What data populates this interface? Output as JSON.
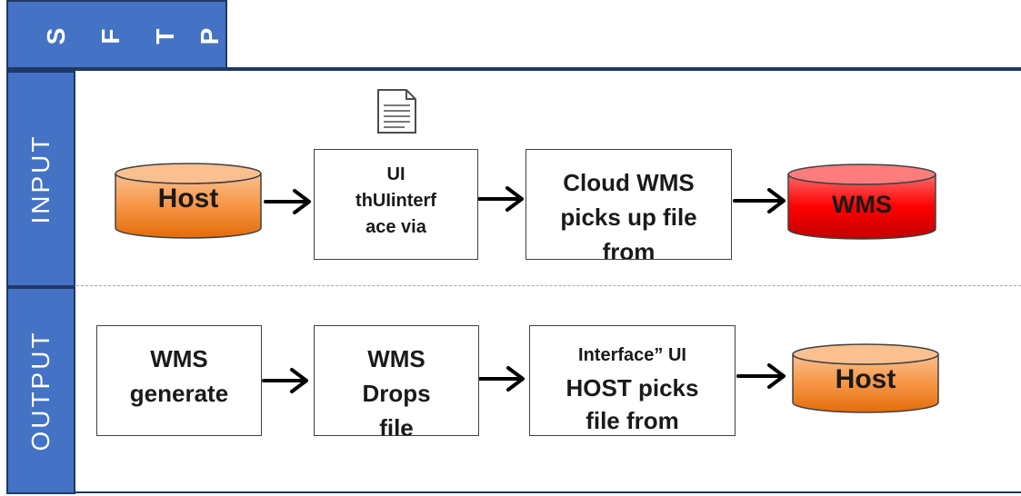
{
  "tab": {
    "letters": [
      "S",
      "F",
      "T",
      "P"
    ]
  },
  "lanes": [
    {
      "label": "INPUT"
    },
    {
      "label": "OUTPUT"
    }
  ],
  "input_row": {
    "source": "Host",
    "step1": [
      "UI",
      "thUIinterf",
      "ace via"
    ],
    "step2": [
      "Cloud WMS",
      "picks up file",
      "from"
    ],
    "target": "WMS"
  },
  "output_row": {
    "step1": [
      "WMS",
      "generate"
    ],
    "step2": [
      "WMS",
      "Drops",
      "file"
    ],
    "step3": [
      "Interface” UI",
      "HOST picks",
      "file from"
    ],
    "target": "Host"
  },
  "icons": [
    "document-icon"
  ],
  "colors": {
    "accent": "#4472C4",
    "dark_navy": "#1F3864",
    "host_orange": "#F79646",
    "wms_red": "#FF0000"
  }
}
